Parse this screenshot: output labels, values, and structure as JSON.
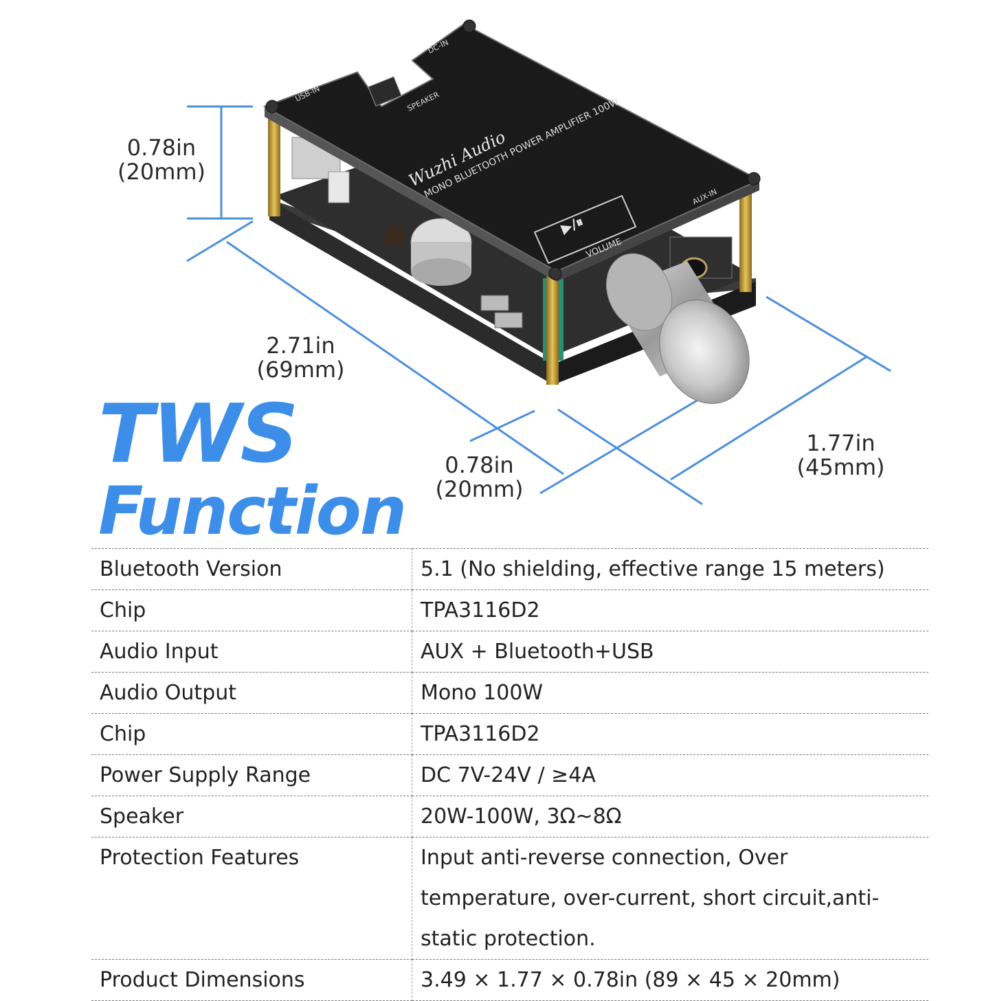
{
  "product": {
    "knob_label": "VOLUME",
    "panel_text": "MONO BLUETOOTH POWER AMPLIFIER 100W",
    "brand": "Wuzhi Audio",
    "port_aux": "AUX-IN",
    "port_usb": "USB-IN",
    "port_speaker": "SPEAKER",
    "port_dc": "DC-IN"
  },
  "dimensions": {
    "height": {
      "in": "0.78in",
      "mm": "(20mm)"
    },
    "length": {
      "in": "2.71in",
      "mm": "(69mm)"
    },
    "depth": {
      "in": "0.78in",
      "mm": "(20mm)"
    },
    "width": {
      "in": "1.77in",
      "mm": "(45mm)"
    }
  },
  "headline": {
    "line1": "TWS",
    "line2": "Function",
    "color": "#3d8ee8"
  },
  "specs": [
    {
      "key": "Bluetooth Version",
      "value": "5.1 (No shielding, effective range 15 meters)"
    },
    {
      "key": "Chip",
      "value": "TPA3116D2"
    },
    {
      "key": "Audio Input",
      "value": "AUX + Bluetooth+USB"
    },
    {
      "key": "Audio Output",
      "value": "Mono 100W"
    },
    {
      "key": "Chip",
      "value": "TPA3116D2"
    },
    {
      "key": "Power Supply Range",
      "value": "DC 7V-24V / ≥4A"
    },
    {
      "key": "Speaker",
      "value": "20W-100W, 3Ω~8Ω"
    },
    {
      "key": "Protection Features",
      "value": "Input anti-reverse connection, Over temperature, over-current, short circuit,anti-static protection."
    },
    {
      "key": "Product Dimensions",
      "value": "3.49 × 1.77 × 0.78in (89 × 45 × 20mm)"
    }
  ]
}
